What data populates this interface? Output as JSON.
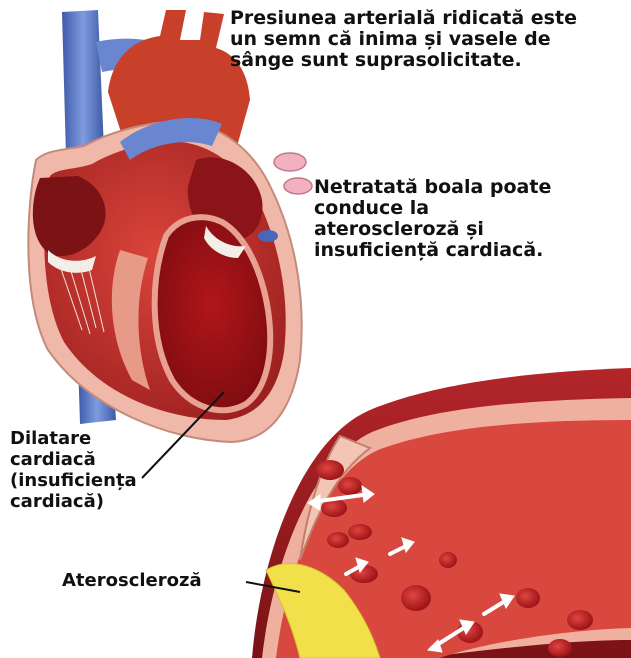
{
  "labels": {
    "high_pressure": "Presiunea arterială ridicată este\nun semn că inima și vasele de\nsânge sunt suprasolicitate.",
    "untreated": "Netratată boala poate\nconduce la\nateroscleroză și\ninsuficiență cardiacă.",
    "dilation": "Dilatare\ncardiacă\n(insuficiența\ncardiacă)",
    "atherosclerosis": "Ateroscleroză"
  },
  "colors": {
    "vein_blue": "#5c7cc8",
    "aorta_red": "#c8402a",
    "muscle_red": "#b01d1d",
    "chamber_dark": "#8f0f12",
    "tissue_pink": "#f0b8a8",
    "plaque_yellow": "#f2e04a",
    "text": "#111111"
  }
}
